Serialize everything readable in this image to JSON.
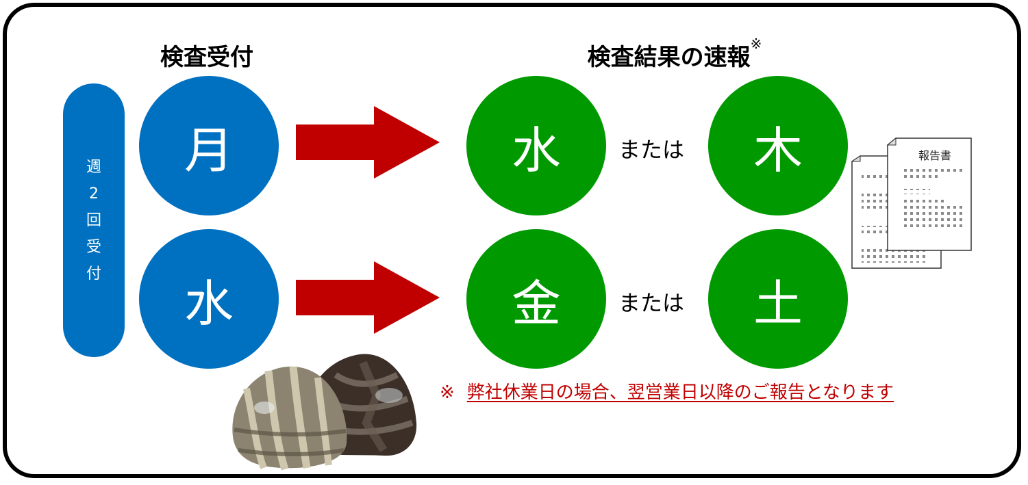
{
  "headings": {
    "reception": "検査受付",
    "results": "検査結果の速報",
    "results_mark": "※"
  },
  "side_label": [
    "週",
    "2",
    "回",
    "受",
    "付"
  ],
  "rows": [
    {
      "receive_day": "月",
      "result_day_1": "水",
      "or_label": "または",
      "result_day_2": "木"
    },
    {
      "receive_day": "水",
      "result_day_1": "金",
      "or_label": "または",
      "result_day_2": "土"
    }
  ],
  "report_doc_label": "報告書",
  "footnote": {
    "mark": "※",
    "text": "弊社休業日の場合、翌営業日以降のご報告となります"
  },
  "colors": {
    "receive_circle": "#0070c0",
    "result_circle": "#009a00",
    "arrow": "#c00000",
    "footnote": "#c00000"
  },
  "icons": [
    "report-document-icon",
    "clams-illustration"
  ]
}
